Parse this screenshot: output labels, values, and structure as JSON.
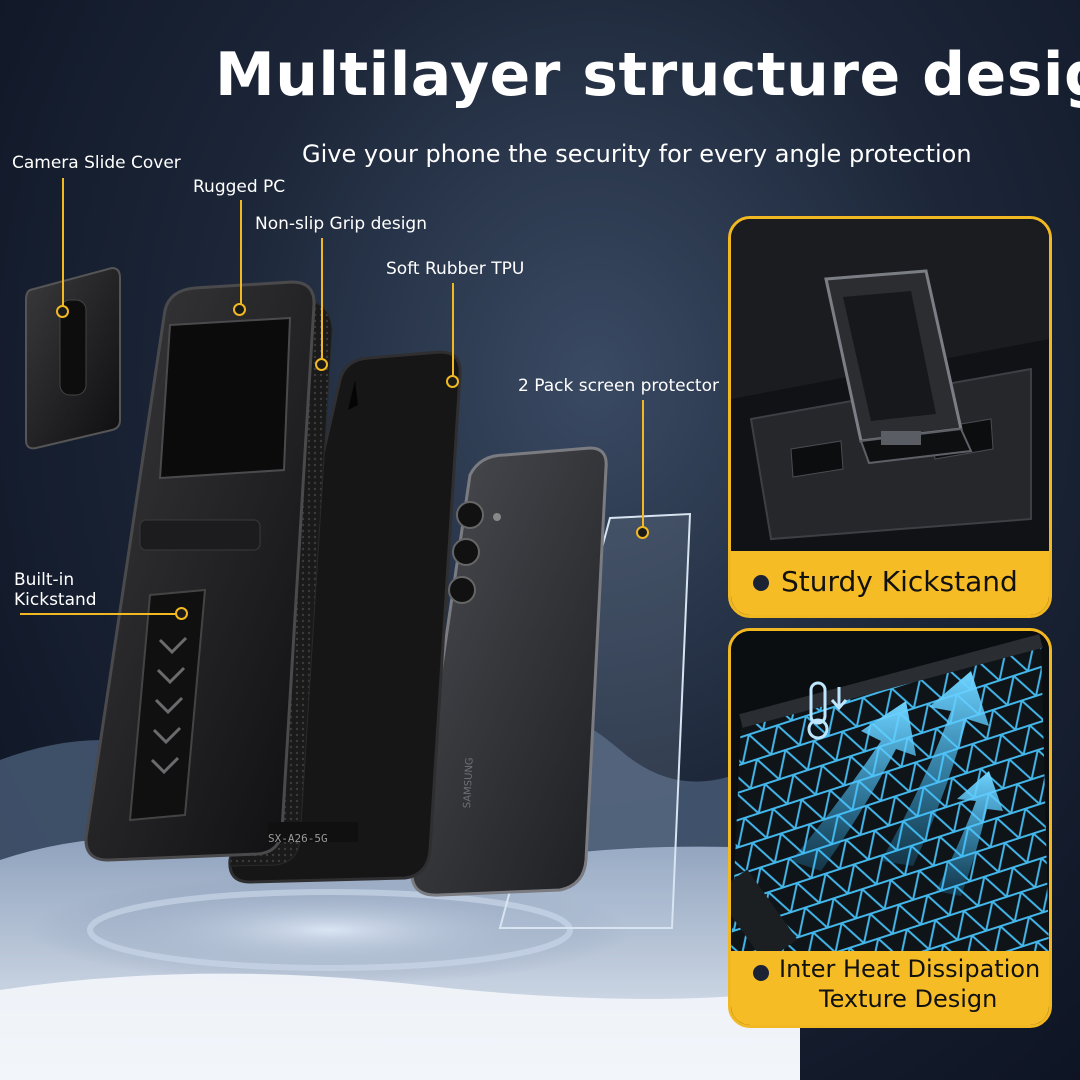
{
  "header": {
    "title": "Multilayer structure design",
    "subtitle": "Give your phone the security for every angle protection"
  },
  "callouts": {
    "camera_slide_cover": "Camera Slide Cover",
    "rugged_pc": "Rugged PC",
    "non_slip_grip": "Non-slip Grip design",
    "soft_rubber_tpu": "Soft Rubber TPU",
    "screen_protector": "2 Pack screen protector",
    "kickstand_line1": "Built-in",
    "kickstand_line2": "Kickstand"
  },
  "features": {
    "kickstand": "Sturdy Kickstand",
    "heat_line1": "Inter Heat Dissipation",
    "heat_line2": "Texture Design"
  },
  "product_marks": {
    "model_code": "SX-A26-5G",
    "phone_brand": "SAMSUNG"
  },
  "colors": {
    "accent_yellow": "#f2b822",
    "background_navy": "#1c2638",
    "case_black": "#161616",
    "heat_cyan": "#2fb9ff"
  },
  "icons": [
    "thermometer-down-icon",
    "heat-arrow-icon"
  ]
}
